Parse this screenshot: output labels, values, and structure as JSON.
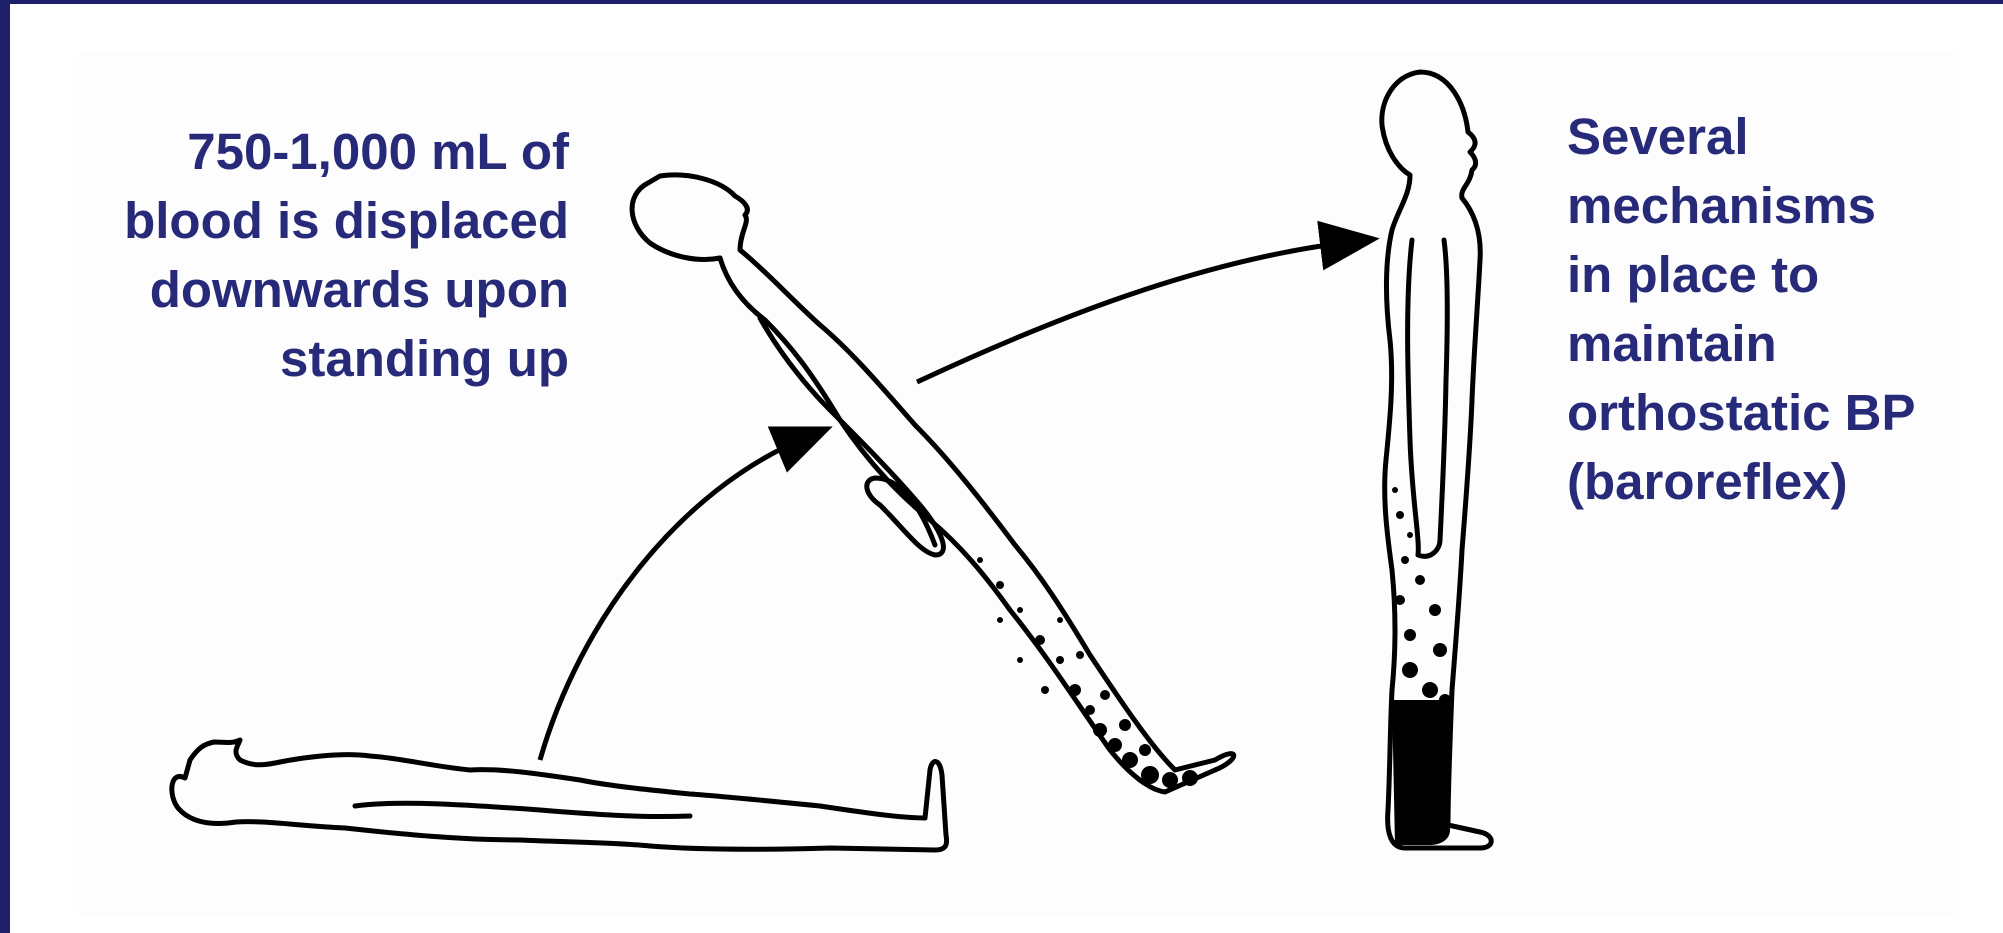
{
  "colors": {
    "frame": "#1e1f6a",
    "caption_text": "#272a78",
    "figure_ink": "#000000",
    "background": "#ffffff"
  },
  "left_caption": {
    "lines": [
      "750-1,000 mL of",
      "blood is displaced",
      "downwards upon",
      "standing up"
    ]
  },
  "right_caption": {
    "lines": [
      "Several",
      "mechanisms",
      "in place to",
      "maintain",
      "orthostatic BP",
      "(baroreflex)"
    ]
  },
  "figures": [
    "supine-figure",
    "rising-figure",
    "standing-figure"
  ],
  "arrows": [
    "arrow-supine-to-rising",
    "arrow-rising-to-standing"
  ]
}
